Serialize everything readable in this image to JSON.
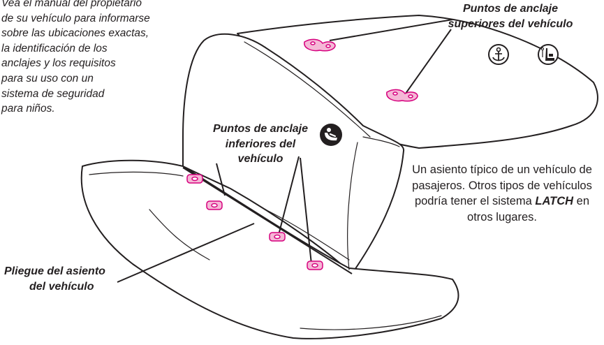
{
  "manual_note": {
    "lines": [
      "Vea el manual del propietario",
      "de su vehículo para informarse",
      "sobre las ubicaciones exactas,",
      "la identificación de los",
      "anclajes y los requisitos",
      "para su uso con un",
      "sistema de seguridad",
      "para niños."
    ]
  },
  "labels": {
    "top_anchors": {
      "line1": "Puntos de anclaje",
      "line2": "superiores del vehículo"
    },
    "lower_anchors": {
      "line1": "Puntos de anclaje",
      "line2": "inferiores del",
      "line3": "vehículo"
    },
    "seat_fold": {
      "line1": "Pliegue del asiento",
      "line2": "del vehículo"
    }
  },
  "description": {
    "before": "Un asiento típico de un vehículo de pasajeros. Otros tipos de vehículos podría tener el sistema",
    "emphasis": "LATCH",
    "after": "en otros lugares."
  },
  "icons": [
    "anchor-icon",
    "tether-seat-icon",
    "child-seat-icon"
  ],
  "colors": {
    "anchor_fill": "#f5b8d6",
    "anchor_stroke": "#d6007e",
    "ink": "#231f20"
  }
}
